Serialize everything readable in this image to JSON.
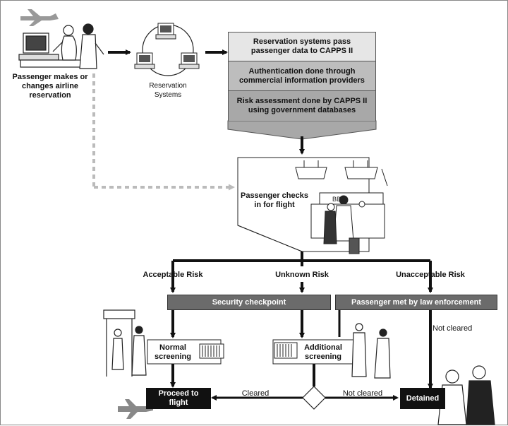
{
  "title": "",
  "nodes": {
    "passenger_reservation": "Passenger makes or\nchanges airline\nreservation",
    "reservation_systems": "Reservation\nSystems",
    "stage1": "Reservation systems pass\npassenger data to CAPPS II",
    "stage2": "Authentication done through\ncommercial information providers",
    "stage3": "Risk assessment done by CAPPS II\nusing government databases",
    "checkin": "Passenger checks\nin for flight",
    "acceptable_risk": "Acceptable Risk",
    "unknown_risk": "Unknown Risk",
    "unacceptable_risk": "Unacceptable Risk",
    "security_checkpoint": "Security checkpoint",
    "law_enforcement": "Passenger met by law enforcement",
    "normal_screening": "Normal\nscreening",
    "additional_screening": "Additional\nscreening",
    "proceed": "Proceed to\nflight",
    "detained": "Detained",
    "cleared": "Cleared",
    "not_cleared_bottom": "Not cleared",
    "not_cleared_side": "Not cleared"
  },
  "colors": {
    "stage1_fill": "#e6e6e6",
    "stage2_fill": "#bdbdbd",
    "stage3_fill": "#a8a8a8",
    "bar_fill": "#6b6b6b",
    "terminal_fill": "#111111",
    "dashed_arrow": "#bbbbbb"
  },
  "icons": [
    "airplane-icon",
    "passenger-at-computer-icon",
    "computer-icon",
    "airport-counter-icon",
    "metal-detector-icon",
    "officer-icon",
    "x-ray-scanner-icon"
  ]
}
